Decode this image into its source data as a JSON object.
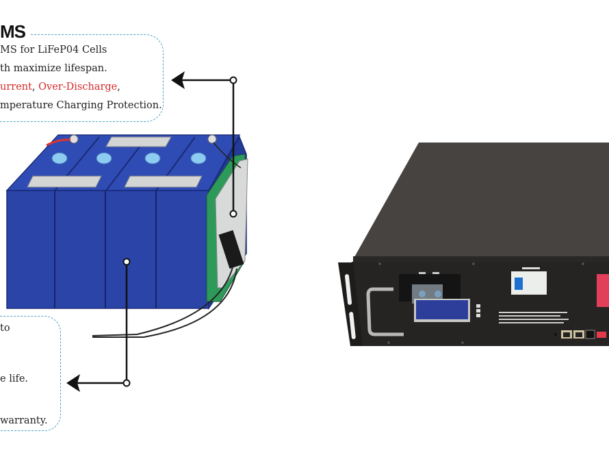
{
  "callout_top": {
    "heading": "MS",
    "lines": [
      "MS for LiFeP04 Cells",
      "th maximize lifespan."
    ],
    "protection_line": {
      "part1": "urrent",
      "sep1": ", ",
      "part2": "Over-Discharge",
      "sep2": ","
    },
    "last_line": "mperature Charging Protection."
  },
  "callout_bottom": {
    "lines": [
      "to",
      "e life.",
      " warranty."
    ]
  },
  "colors": {
    "callout_border": "#4aa0c8",
    "highlight_red": "#d42a2a",
    "cell_blue": "#2a44a8",
    "rack_body": "#474340"
  },
  "rack_unit": {
    "breaker_label": "illegible",
    "spec_label_lines": 4
  }
}
